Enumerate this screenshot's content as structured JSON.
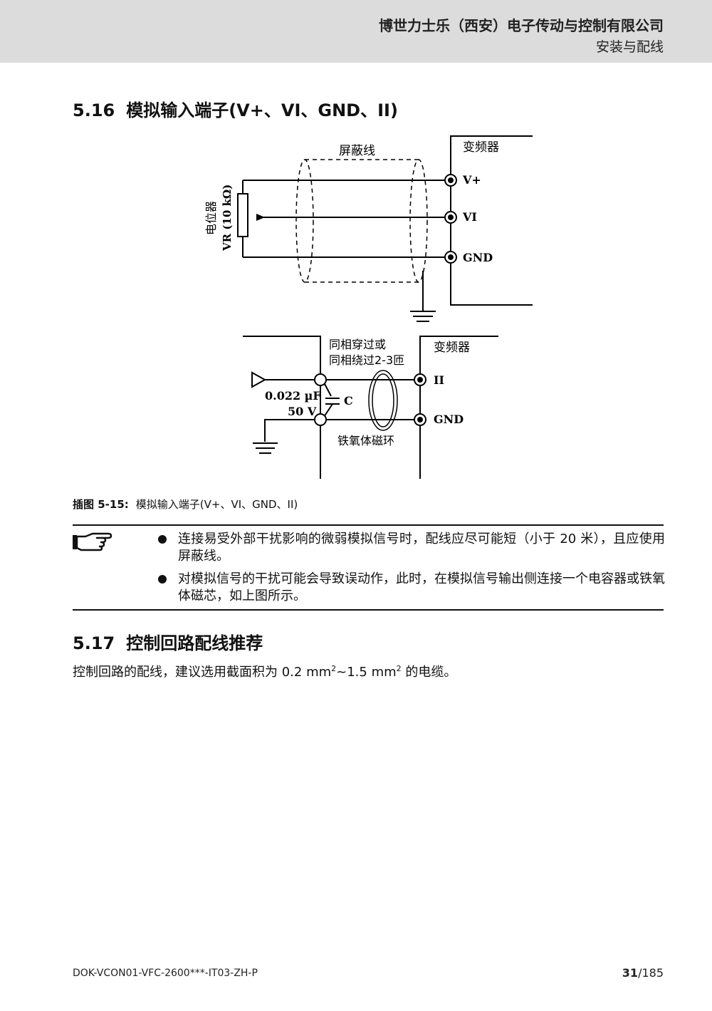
{
  "header": {
    "company": "博世力士乐（西安）电子传动与控制有限公司",
    "section": "安装与配线"
  },
  "sec516": {
    "num": "5.16",
    "title": "模拟输入端子(V+、VI、GND、II)"
  },
  "diagram": {
    "top": {
      "shield_label": "屏蔽线",
      "inverter_label": "变频器",
      "pot_label": "电位器",
      "pot_value": "VR (10 kΩ)",
      "terminals": [
        "V+",
        "VI",
        "GND"
      ]
    },
    "bottom": {
      "core_note_1": "同相穿过或",
      "core_note_2": "同相绕过2-3匝",
      "inverter_label": "变频器",
      "cap_value": "0.022 µF",
      "cap_voltage": "50 V",
      "cap_label": "C",
      "ferrite_label": "铁氧体磁环",
      "terminals": [
        "II",
        "GND"
      ]
    }
  },
  "caption": {
    "label": "插图 5-15:",
    "text": "模拟输入端子(V+、VI、GND、II)"
  },
  "notes": [
    "连接易受外部干扰影响的微弱模拟信号时，配线应尽可能短（小于 20 米），且应使用屏蔽线。",
    "对模拟信号的干扰可能会导致误动作，此时，在模拟信号输出侧连接一个电容器或铁氧体磁芯，如上图所示。"
  ],
  "sec517": {
    "num": "5.17",
    "title": "控制回路配线推荐"
  },
  "para517": {
    "pre": "控制回路的配线，建议选用截面积为 0.2 mm",
    "sup1": "2",
    "mid": "~1.5 mm",
    "sup2": "2",
    "post": " 的电缆。"
  },
  "footer": {
    "doc": "DOK-VCON01-VFC-2600***-IT03-ZH-P",
    "page_current": "31",
    "page_total": "/185"
  }
}
